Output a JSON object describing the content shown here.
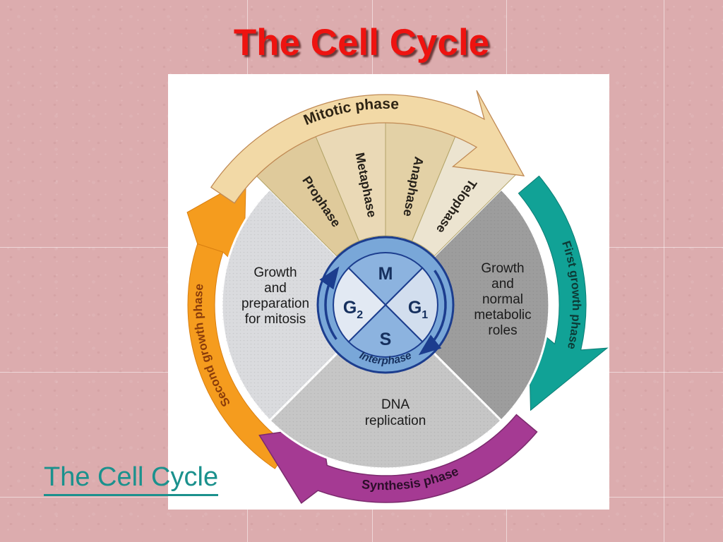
{
  "slide": {
    "title": "The Cell Cycle",
    "hyperlink": "The Cell Cycle"
  },
  "diagram": {
    "interphase_label": "Interphase",
    "cell_phases": {
      "m": "M",
      "g2_main": "G",
      "g2_sub": "2",
      "g1_main": "G",
      "g1_sub": "1",
      "s": "S"
    },
    "quadrants": {
      "g2": {
        "lines": [
          "Growth",
          "and",
          "preparation",
          "for mitosis"
        ]
      },
      "g1": {
        "lines": [
          "Growth",
          "and",
          "normal",
          "metabolic",
          "roles"
        ]
      },
      "s": {
        "lines": [
          "DNA",
          "replication"
        ]
      }
    },
    "mitotic_wedges": [
      "Prophase",
      "Metaphase",
      "Anaphase",
      "Telophase"
    ],
    "outer_arrows": {
      "mitotic": {
        "label": "Mitotic phase",
        "color": "#f2d9a6"
      },
      "first_growth": {
        "label": "First growth phase",
        "color": "#11a296"
      },
      "synthesis": {
        "label": "Synthesis phase",
        "color": "#a53a93"
      },
      "second_growth": {
        "label": "Second growth phase",
        "color": "#f59c1e"
      }
    }
  },
  "colors": {
    "background_pink": "#dcacae",
    "title_red": "#ee1310",
    "link_teal": "#1b918d",
    "panel_white": "#ffffff",
    "ring_blue": "#79a7d8",
    "ring_border": "#1c3d8e",
    "sector_m": "#8cb3df",
    "sector_s": "#8cb3df",
    "sector_g2": "#e2e9f3",
    "sector_g1": "#d2deee",
    "quadrant_g2_gray": "#dadbde",
    "quadrant_g1_gray": "#9d9d9d",
    "quadrant_s_gray": "#c6c6c6",
    "wedge_prophase": "#dfca9b",
    "wedge_metaphase": "#ead9b6",
    "wedge_anaphase": "#e3d1a6",
    "wedge_telophase": "#ece4d0"
  }
}
